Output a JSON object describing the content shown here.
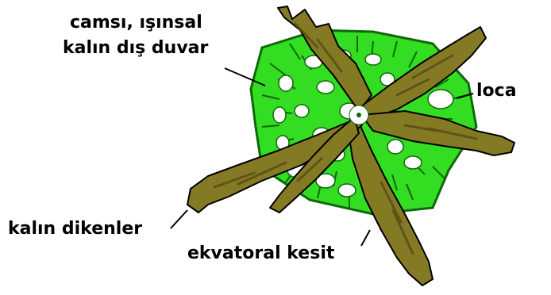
{
  "labels": {
    "outer_wall_line1": "camsı, ışınsal",
    "outer_wall_line2": "kalın dış duvar",
    "chamber": "loca",
    "spines": "kalın dikenler",
    "section": "ekvatoral kesit"
  },
  "colors": {
    "spine_fill": "#857A24",
    "spine_shadow": "#5E5418",
    "wall_green": "#33DD22",
    "wall_dark": "#0E6A08",
    "chamber_white": "#ffffff",
    "outline": "#000000"
  }
}
